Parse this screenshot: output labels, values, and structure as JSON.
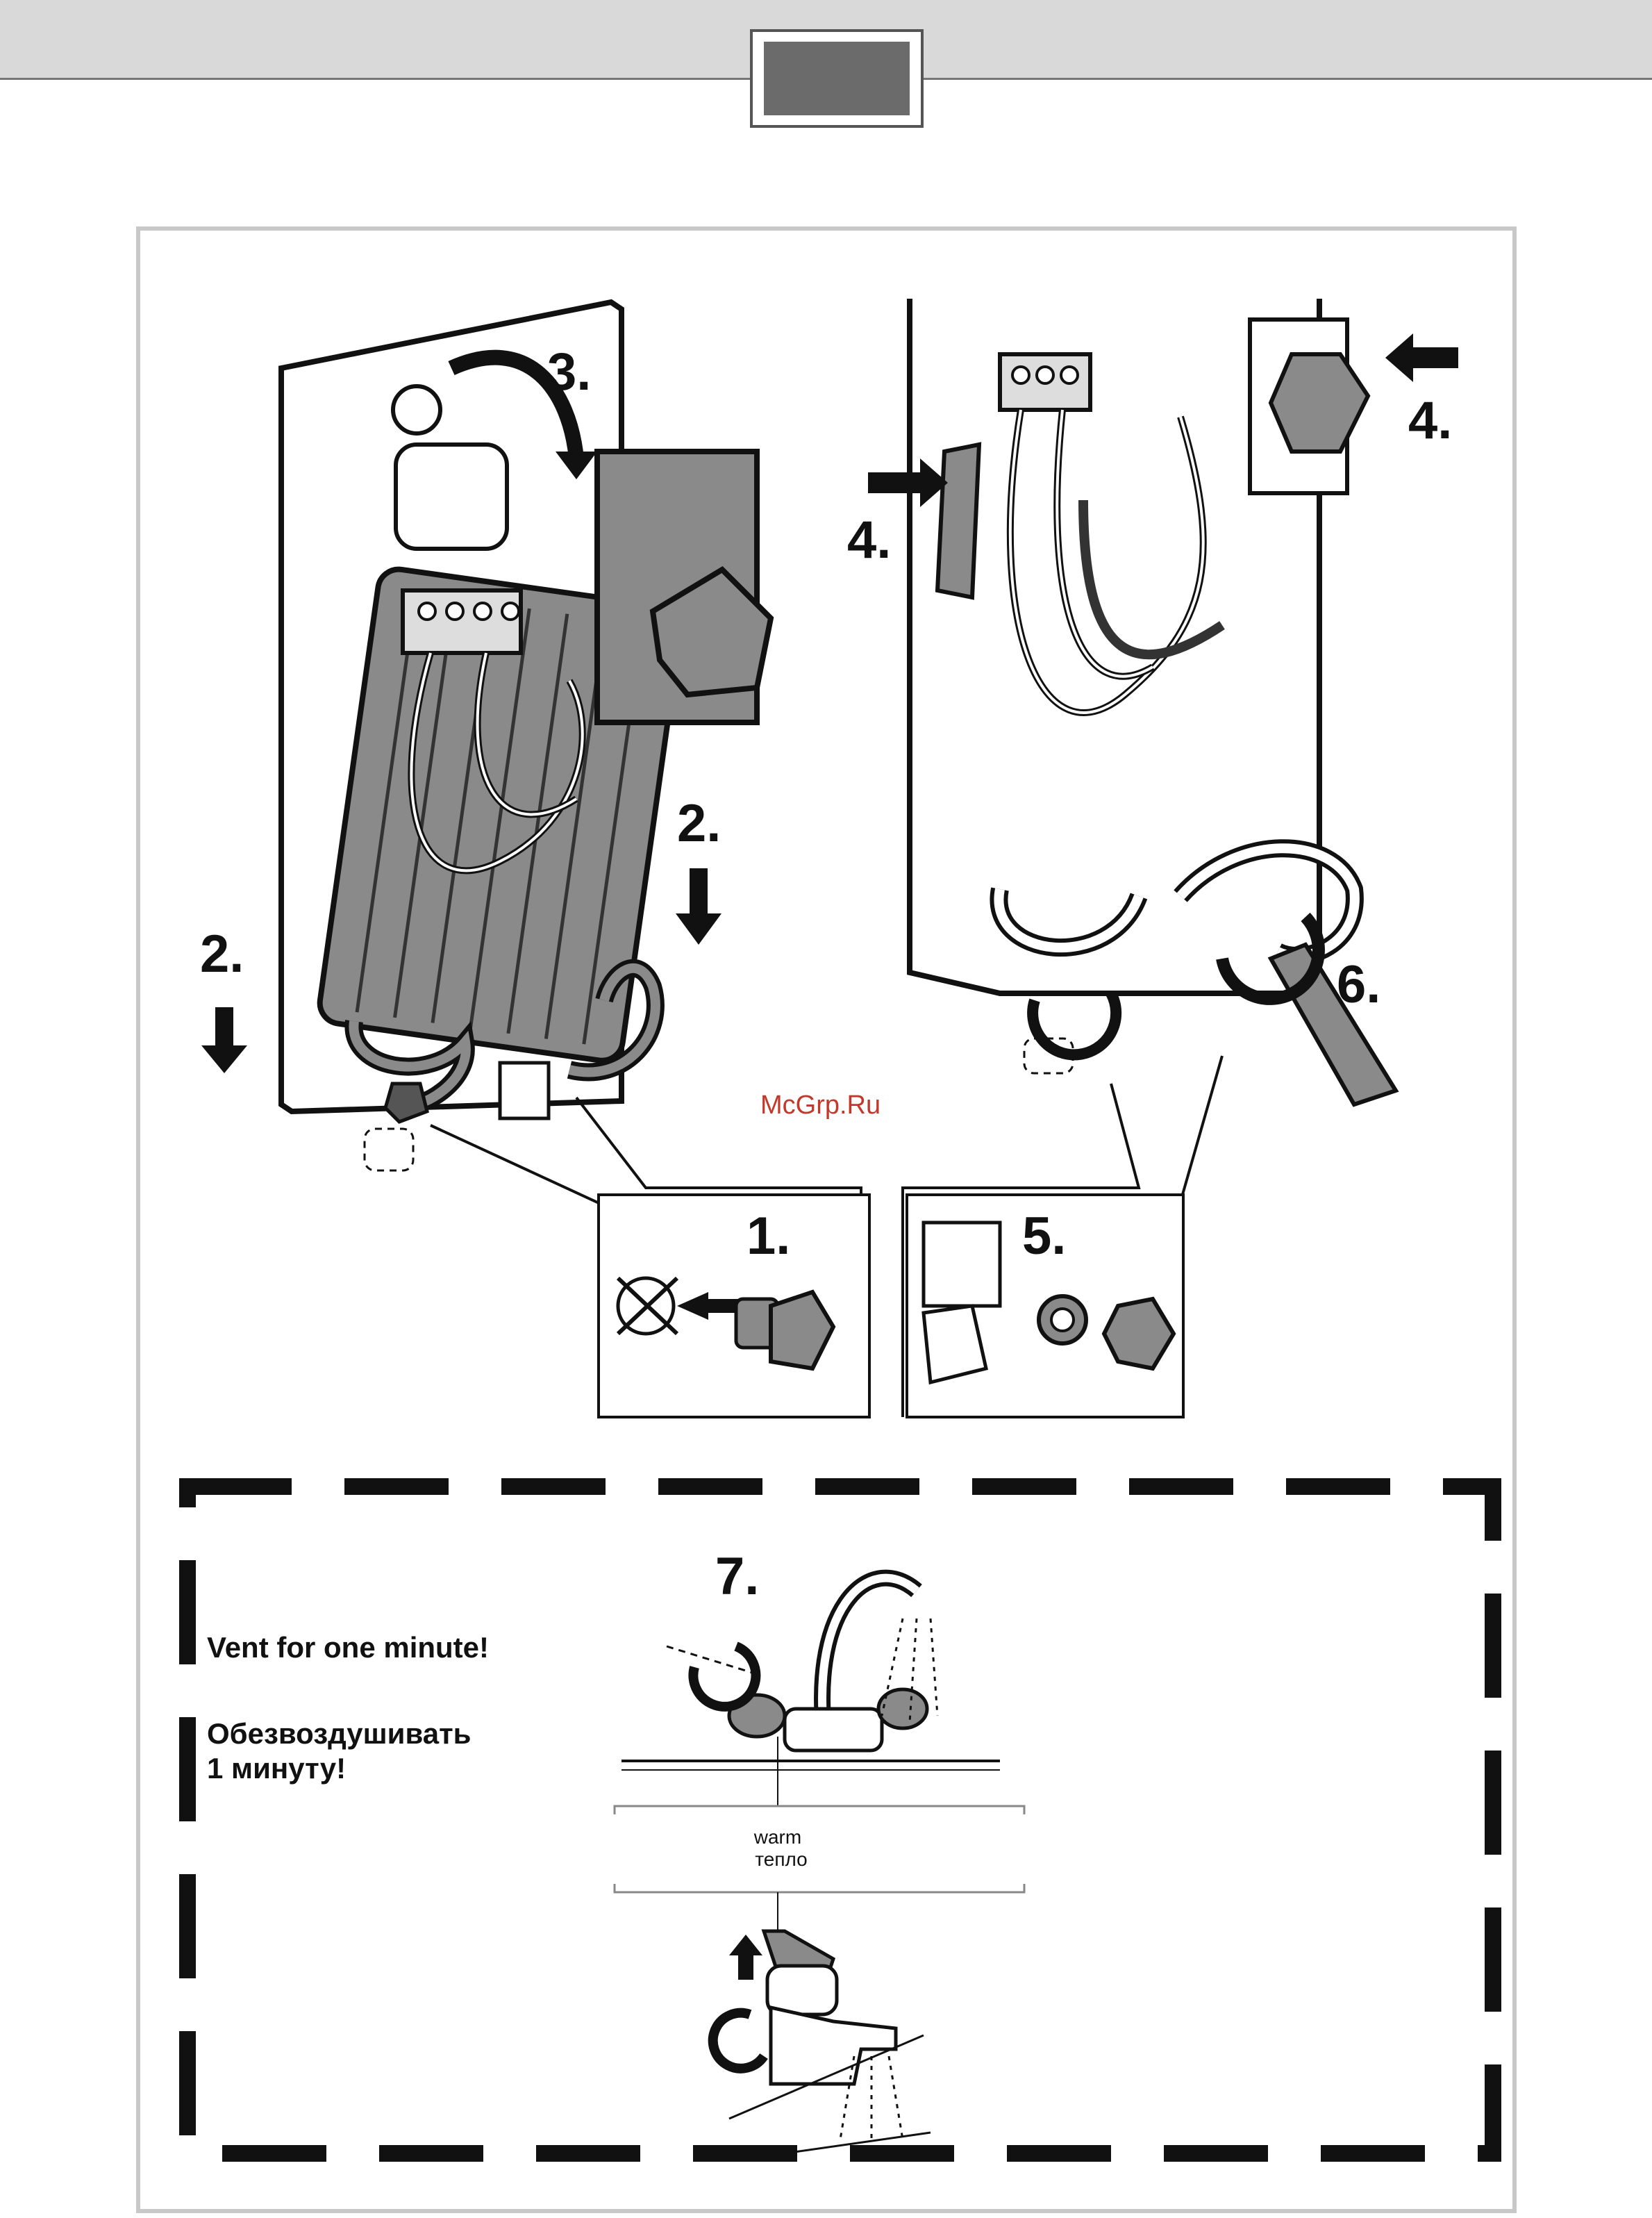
{
  "steps": {
    "s1": "1.",
    "s2a": "2.",
    "s2b": "2.",
    "s3": "3.",
    "s4a": "4.",
    "s4b": "4.",
    "s5": "5.",
    "s6": "6.",
    "s7": "7."
  },
  "watermark": "McGrp.Ru",
  "vent_note": {
    "en": "Vent  for one minute!",
    "ru_line1": "Обезвоздушивать",
    "ru_line2": "1 минуту!"
  },
  "faucet_label": {
    "en": "warm",
    "ru": "тепло"
  },
  "colors": {
    "panel_gray": "#d9d9d9",
    "tab_fill": "#6b6b6b",
    "heater_gray": "#8a8a8a",
    "watermark": "#c0392b",
    "frame": "#c8c8c8"
  }
}
